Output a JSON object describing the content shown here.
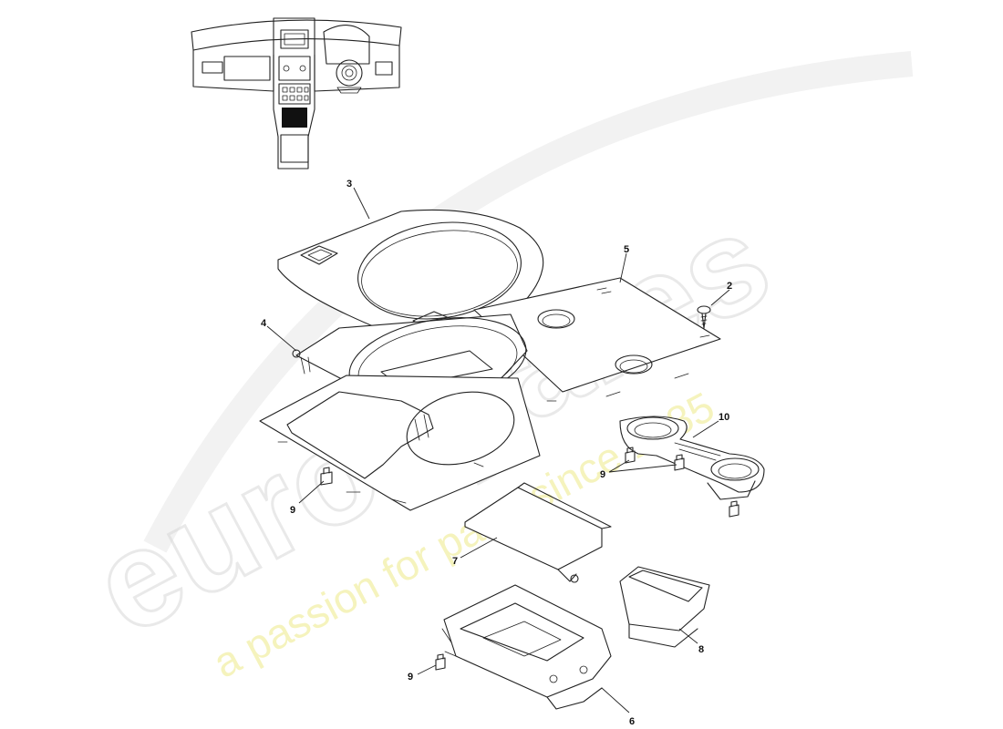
{
  "watermark": {
    "logo_text": "eurospares",
    "tagline": "a passion for parts since 1985"
  },
  "callouts": [
    {
      "id": "c3",
      "label": "3"
    },
    {
      "id": "c5",
      "label": "5"
    },
    {
      "id": "c2",
      "label": "2"
    },
    {
      "id": "c4",
      "label": "4"
    },
    {
      "id": "c10",
      "label": "10"
    },
    {
      "id": "c9a",
      "label": "9"
    },
    {
      "id": "c9b",
      "label": "9"
    },
    {
      "id": "c7",
      "label": "7"
    },
    {
      "id": "c8",
      "label": "8"
    },
    {
      "id": "c9c",
      "label": "9"
    },
    {
      "id": "c6",
      "label": "6"
    }
  ],
  "colors": {
    "line": "#222222",
    "highlight": "#111111",
    "watermark_logo": "#d8d8d8",
    "watermark_tagline": "#f2f0a8"
  }
}
